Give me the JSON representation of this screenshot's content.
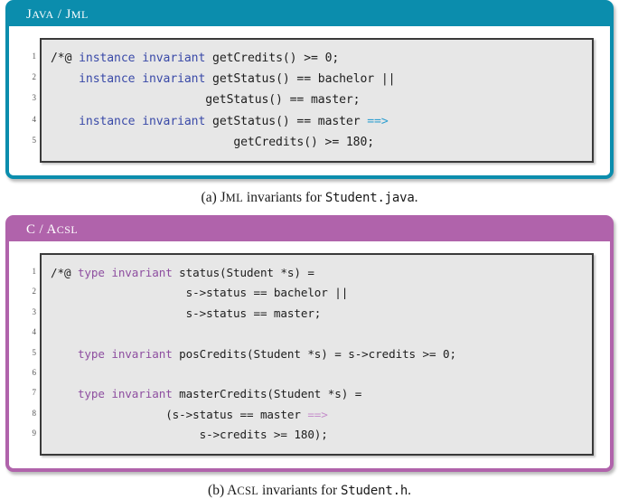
{
  "figures": [
    {
      "id": "jml",
      "header": {
        "lang_cap": "J",
        "lang_rest": "AVA",
        "sep": " / ",
        "spec_cap": "J",
        "spec_rest": "ML"
      },
      "header_text": "Java / Jml",
      "line_numbers": [
        "1",
        "2",
        "3",
        "4",
        "5"
      ],
      "code_lines": [
        [
          {
            "t": "/*@ ",
            "c": "plain"
          },
          {
            "t": "instance invariant",
            "c": "keyword"
          },
          {
            "t": " getCredits() >= 0;",
            "c": "plain"
          }
        ],
        [
          {
            "t": "    ",
            "c": "plain"
          },
          {
            "t": "instance invariant",
            "c": "keyword"
          },
          {
            "t": " getStatus() == bachelor ||",
            "c": "plain"
          }
        ],
        [
          {
            "t": "                      getStatus() == master;",
            "c": "plain"
          }
        ],
        [
          {
            "t": "    ",
            "c": "plain"
          },
          {
            "t": "instance invariant",
            "c": "keyword"
          },
          {
            "t": " getStatus() == master ",
            "c": "plain"
          },
          {
            "t": "==>",
            "c": "arrow"
          }
        ],
        [
          {
            "t": "                          getCredits() >= 180;",
            "c": "plain"
          }
        ]
      ],
      "caption": {
        "label": "(a) ",
        "spec_cap": "J",
        "spec_rest": "ML",
        "middle": " invariants for ",
        "file": "Student.java",
        "end": "."
      }
    },
    {
      "id": "acsl",
      "header": {
        "lang_cap": "C",
        "lang_rest": "",
        "sep": " / ",
        "spec_cap": "A",
        "spec_rest": "CSL"
      },
      "header_text": "C / Acsl",
      "line_numbers": [
        "1",
        "2",
        "3",
        "4",
        "5",
        "6",
        "7",
        "8",
        "9"
      ],
      "code_lines": [
        [
          {
            "t": "/*@ ",
            "c": "plain"
          },
          {
            "t": "type invariant",
            "c": "keyword"
          },
          {
            "t": " status(Student *s) =",
            "c": "plain"
          }
        ],
        [
          {
            "t": "                    s->status == bachelor ||",
            "c": "plain"
          }
        ],
        [
          {
            "t": "                    s->status == master;",
            "c": "plain"
          }
        ],
        [
          {
            "t": "",
            "c": "plain"
          }
        ],
        [
          {
            "t": "    ",
            "c": "plain"
          },
          {
            "t": "type invariant",
            "c": "keyword"
          },
          {
            "t": " posCredits(Student *s) = s->credits >= 0;",
            "c": "plain"
          }
        ],
        [
          {
            "t": "",
            "c": "plain"
          }
        ],
        [
          {
            "t": "    ",
            "c": "plain"
          },
          {
            "t": "type invariant",
            "c": "keyword"
          },
          {
            "t": " masterCredits(Student *s) =",
            "c": "plain"
          }
        ],
        [
          {
            "t": "                 (s->status == master ",
            "c": "plain"
          },
          {
            "t": "==>",
            "c": "arrow"
          }
        ],
        [
          {
            "t": "                      s->credits >= 180);",
            "c": "plain"
          }
        ]
      ],
      "caption": {
        "label": "(b) ",
        "spec_cap": "A",
        "spec_rest": "CSL",
        "middle": " invariants for ",
        "file": "Student.h",
        "end": "."
      }
    }
  ],
  "colors": {
    "jml_accent": "#0b8dad",
    "acsl_accent": "#b063ab",
    "jml_keyword": "#3a4aa8",
    "jml_arrow": "#2f9fd0",
    "acsl_keyword": "#8e4fa0",
    "acsl_arrow": "#c48ecb",
    "code_background": "#e7e7e7",
    "code_border": "#3a3a3a",
    "line_number": "#555555",
    "page_background": "#ffffff"
  }
}
